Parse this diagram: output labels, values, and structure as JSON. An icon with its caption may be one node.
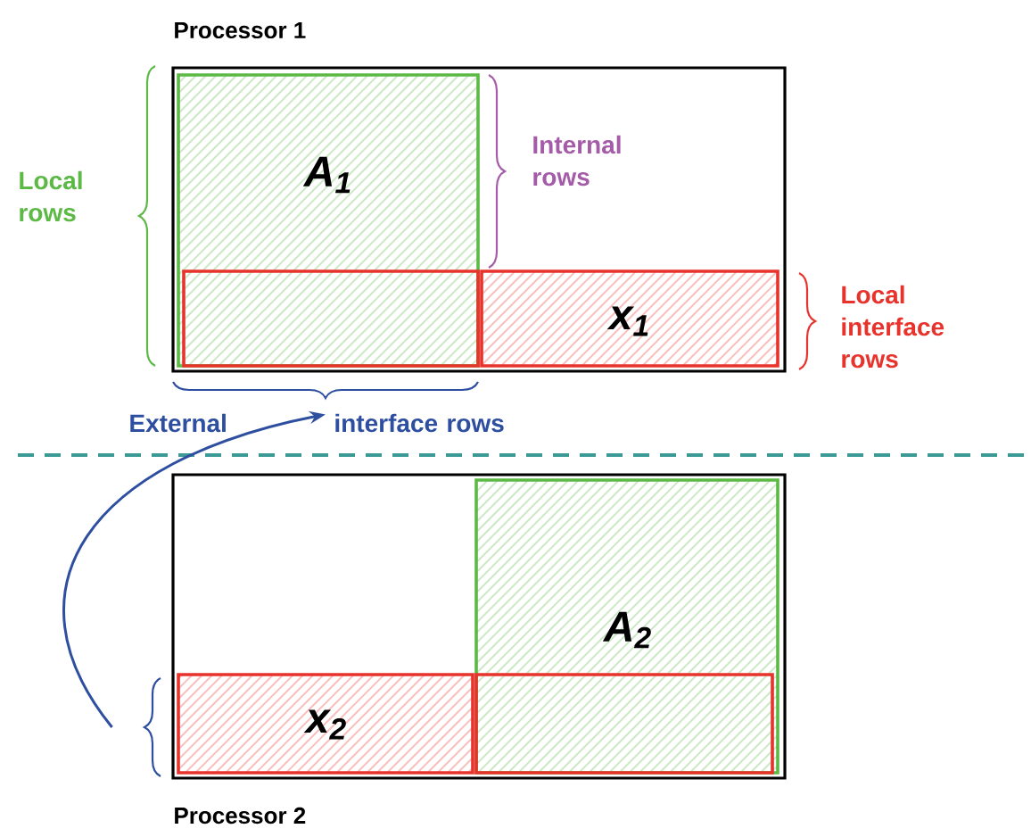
{
  "diagram": {
    "nodes": [
      {
        "text": [
          "Processor 1"
        ]
      },
      {
        "text": [
          "A$_{1}$"
        ],
        "in": 0
      },
      {
        "text": [
          "x$_{1}$"
        ],
        "in": 0
      },
      {
        "text": [
          "Processor 2"
        ]
      },
      {
        "text": [
          "A$_{2}$"
        ],
        "in": 3
      },
      {
        "text": [
          "x$_{2}$"
        ],
        "in": 3
      },
      {
        "text": [],
        "shape": "brace"
      },
      {
        "text": [],
        "shape": "brace"
      }
    ],
    "edges": [
      {
        "from": 6,
        "to": 7,
        "arrow": "to"
      }
    ],
    "labels": [
      "Local rows",
      "Internal rows",
      "Local interface rows",
      "External",
      "interface rows"
    ]
  }
}
